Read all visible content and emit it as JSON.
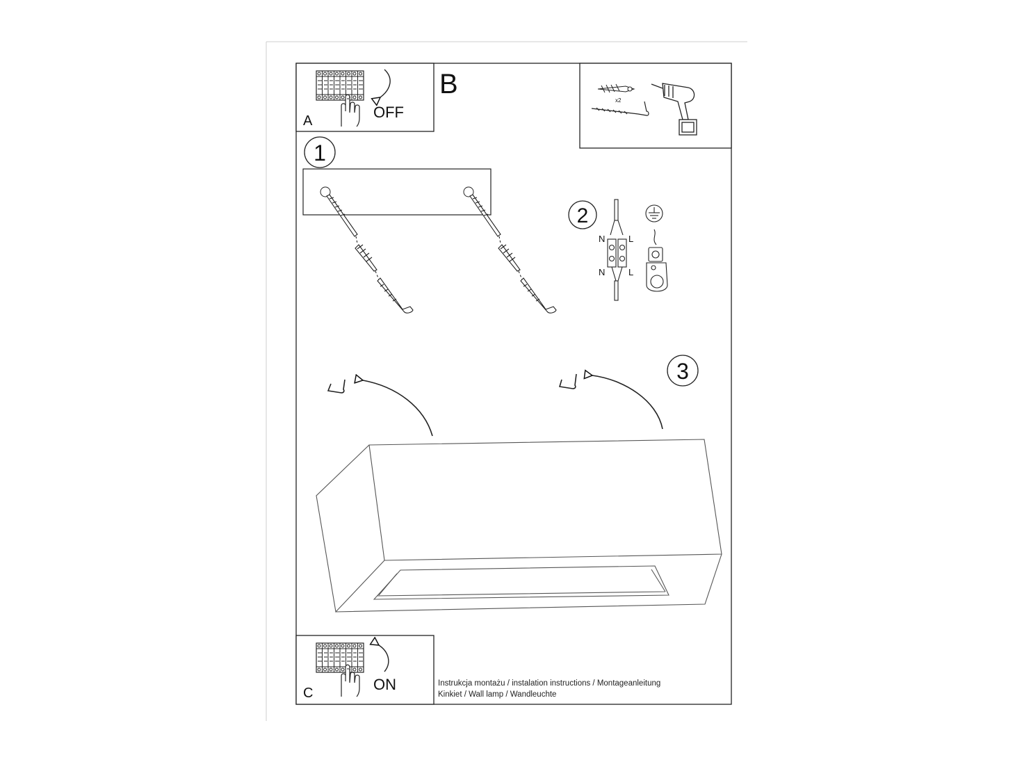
{
  "panels": {
    "a": {
      "letter": "A",
      "action": "OFF"
    },
    "b": {
      "letter": "B",
      "quantity": "x2"
    },
    "c": {
      "letter": "C",
      "action": "ON"
    }
  },
  "steps": {
    "one": "1",
    "two": "2",
    "three": "3"
  },
  "wiring": {
    "neutral": "N",
    "live": "L"
  },
  "footer": {
    "line1": "Instrukcja montażu / instalation instructions / Montageanleitung",
    "line2": "Kinkiet / Wall lamp / Wandleuchte"
  }
}
